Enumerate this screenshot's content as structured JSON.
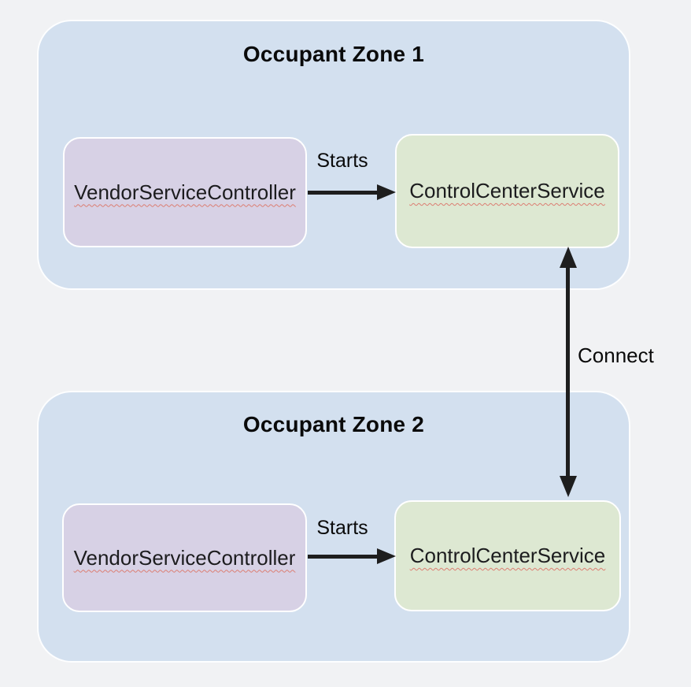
{
  "diagram": {
    "zones": [
      {
        "title": "Occupant Zone 1",
        "controller_label": "VendorServiceController",
        "service_label": "ControlCenterService",
        "starts_label": "Starts"
      },
      {
        "title": "Occupant Zone 2",
        "controller_label": "VendorServiceController",
        "service_label": "ControlCenterService",
        "starts_label": "Starts"
      }
    ],
    "connect_label": "Connect",
    "colors": {
      "background": "#F1F2F4",
      "zone_fill": "#D3E0EF",
      "controller_fill": "#D7D1E5",
      "service_fill": "#DDE8D2",
      "arrow": "#1E1E1E",
      "squiggle_underline": "#DC7E72",
      "text": "#1C1C1E"
    }
  }
}
